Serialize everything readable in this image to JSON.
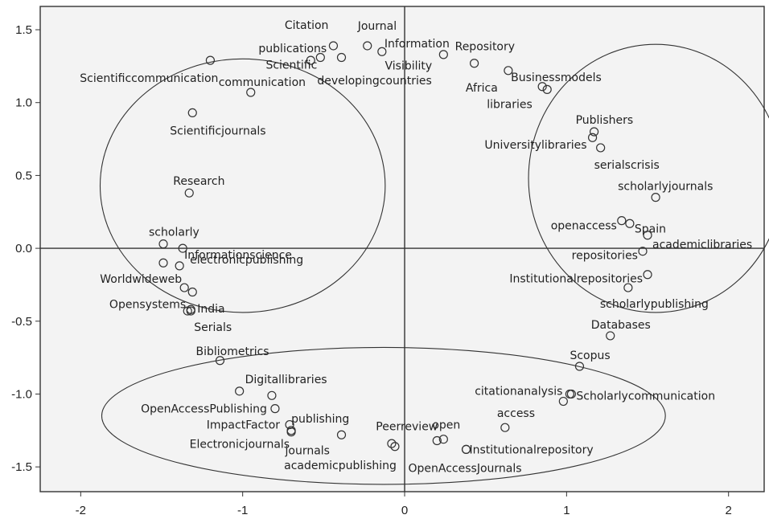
{
  "chart_data": {
    "type": "scatter",
    "xlim": [
      -2.25,
      2.22
    ],
    "ylim": [
      -1.67,
      1.66
    ],
    "x_ticks": [
      -2,
      -1,
      0,
      1,
      2
    ],
    "y_ticks": [
      1.5,
      1.0,
      0.5,
      0.0,
      -0.5,
      -1.0,
      -1.5
    ],
    "x_tick_labels": [
      "-2",
      "-1",
      "0",
      "1",
      "2"
    ],
    "y_tick_labels": [
      "1.5",
      "1.0",
      "0.5",
      "0.0",
      "-0.5",
      "-1.0",
      "-1.5"
    ],
    "reference_lines": {
      "x": 0,
      "y": 0
    },
    "grid": false,
    "points": [
      {
        "label": "Citation",
        "x": -0.44,
        "y": 1.39,
        "dx": -6,
        "dy": -26,
        "anchor": "end"
      },
      {
        "label": "Journal",
        "x": -0.23,
        "y": 1.39,
        "dx": -12,
        "dy": -25,
        "anchor": "start"
      },
      {
        "label": "publications",
        "x": -0.58,
        "y": 1.29,
        "dx": 20,
        "dy": -15,
        "anchor": "end"
      },
      {
        "label": "Scientific",
        "x": -0.52,
        "y": 1.31,
        "dx": -4,
        "dy": 9,
        "anchor": "end"
      },
      {
        "label": "Information",
        "x": -0.14,
        "y": 1.35,
        "dx": 3,
        "dy": -10,
        "anchor": "start"
      },
      {
        "label": "Visibility",
        "x": -0.39,
        "y": 1.31,
        "dx": 54,
        "dy": 10,
        "anchor": "start"
      },
      {
        "label": "developingcountries",
        "x": 0.24,
        "y": 1.33,
        "dx": -157,
        "dy": 32,
        "anchor": "start"
      },
      {
        "label": "Repository",
        "x": 0.43,
        "y": 1.27,
        "dx": -24,
        "dy": -21,
        "anchor": "start"
      },
      {
        "label": "Scientificcommunication",
        "x": -1.2,
        "y": 1.29,
        "dx": 10,
        "dy": 22,
        "anchor": "end"
      },
      {
        "label": "communication",
        "x": -0.95,
        "y": 1.07,
        "dx": -40,
        "dy": -13,
        "anchor": "start"
      },
      {
        "label": "Africa",
        "x": 0.64,
        "y": 1.22,
        "dx": -53,
        "dy": 21,
        "anchor": "start"
      },
      {
        "label": "Businessmodels",
        "x": 0.85,
        "y": 1.11,
        "dx": -39,
        "dy": -12,
        "anchor": "start"
      },
      {
        "label": "libraries",
        "x": 0.88,
        "y": 1.09,
        "dx": -75,
        "dy": 18,
        "anchor": "start"
      },
      {
        "label": "Scientificjournals",
        "x": -1.31,
        "y": 0.93,
        "dx": -28,
        "dy": 22,
        "anchor": "start"
      },
      {
        "label": "Publishers",
        "x": 1.17,
        "y": 0.8,
        "dx": -23,
        "dy": -15,
        "anchor": "start"
      },
      {
        "label": "Universitylibraries",
        "x": 1.16,
        "y": 0.76,
        "dx": -7,
        "dy": 9,
        "anchor": "end"
      },
      {
        "label": "serialscrisis",
        "x": 1.21,
        "y": 0.69,
        "dx": -8,
        "dy": 21,
        "anchor": "start"
      },
      {
        "label": "Research",
        "x": -1.33,
        "y": 0.38,
        "dx": -20,
        "dy": -15,
        "anchor": "start"
      },
      {
        "label": "scholarlyjournals",
        "x": 1.55,
        "y": 0.35,
        "dx": -47,
        "dy": -14,
        "anchor": "start"
      },
      {
        "label": "openaccess",
        "x": 1.34,
        "y": 0.19,
        "dx": -6,
        "dy": 6,
        "anchor": "end"
      },
      {
        "label": "Spain",
        "x": 1.39,
        "y": 0.17,
        "dx": 6,
        "dy": 6,
        "anchor": "start"
      },
      {
        "label": "academiclibraries",
        "x": 1.5,
        "y": 0.09,
        "dx": 6,
        "dy": 11,
        "anchor": "start"
      },
      {
        "label": "scholarly",
        "x": -1.49,
        "y": 0.03,
        "dx": -18,
        "dy": -15,
        "anchor": "start"
      },
      {
        "label": "Informationscience",
        "x": -1.37,
        "y": 0.0,
        "dx": 2,
        "dy": 8,
        "anchor": "start"
      },
      {
        "label": "repositories",
        "x": 1.47,
        "y": -0.02,
        "dx": -6,
        "dy": 5,
        "anchor": "end"
      },
      {
        "label": "",
        "x": -1.49,
        "y": -0.1,
        "dx": 0,
        "dy": 0,
        "anchor": "start"
      },
      {
        "label": "electronicpublishing",
        "x": -1.39,
        "y": -0.12,
        "dx": 13,
        "dy": -8,
        "anchor": "start"
      },
      {
        "label": "Institutionalrepositories",
        "x": 1.5,
        "y": -0.18,
        "dx": -6,
        "dy": 5,
        "anchor": "end"
      },
      {
        "label": "Worldwideweb",
        "x": -1.36,
        "y": -0.27,
        "dx": -3,
        "dy": -11,
        "anchor": "end"
      },
      {
        "label": "",
        "x": -1.31,
        "y": -0.3,
        "dx": 0,
        "dy": 0,
        "anchor": "start"
      },
      {
        "label": "scholarlypublishing",
        "x": 1.38,
        "y": -0.27,
        "dx": -35,
        "dy": 20,
        "anchor": "start"
      },
      {
        "label": "Opensystems",
        "x": -1.32,
        "y": -0.42,
        "dx": -6,
        "dy": -7,
        "anchor": "end"
      },
      {
        "label": "India",
        "x": -1.34,
        "y": -0.43,
        "dx": 12,
        "dy": -3,
        "anchor": "start"
      },
      {
        "label": "Serials",
        "x": -1.32,
        "y": -0.43,
        "dx": 4,
        "dy": 20,
        "anchor": "start"
      },
      {
        "label": "Databases",
        "x": 1.27,
        "y": -0.6,
        "dx": -24,
        "dy": -14,
        "anchor": "start"
      },
      {
        "label": "Bibliometrics",
        "x": -1.14,
        "y": -0.77,
        "dx": -30,
        "dy": -12,
        "anchor": "start"
      },
      {
        "label": "Scopus",
        "x": 1.08,
        "y": -0.81,
        "dx": -12,
        "dy": -14,
        "anchor": "start"
      },
      {
        "label": "Digitallibraries",
        "x": -1.02,
        "y": -0.98,
        "dx": 7,
        "dy": -15,
        "anchor": "start"
      },
      {
        "label": "citationanalysis",
        "x": 1.02,
        "y": -1.0,
        "dx": -9,
        "dy": -4,
        "anchor": "end"
      },
      {
        "label": "Scholarlycommunication",
        "x": 1.03,
        "y": -1.0,
        "dx": 6,
        "dy": 2,
        "anchor": "start"
      },
      {
        "label": "",
        "x": -0.82,
        "y": -1.01,
        "dx": 0,
        "dy": 0,
        "anchor": "start"
      },
      {
        "label": "OpenAccessPublishing",
        "x": -0.8,
        "y": -1.1,
        "dx": -10,
        "dy": 0,
        "anchor": "end"
      },
      {
        "label": "",
        "x": 0.98,
        "y": -1.05,
        "dx": 0,
        "dy": 0,
        "anchor": "start"
      },
      {
        "label": "ImpactFactor",
        "x": -0.71,
        "y": -1.21,
        "dx": -12,
        "dy": 0,
        "anchor": "end"
      },
      {
        "label": "publishing",
        "x": -0.7,
        "y": -1.25,
        "dx": 0,
        "dy": -15,
        "anchor": "start"
      },
      {
        "label": "Electronicjournals",
        "x": -0.7,
        "y": -1.26,
        "dx": -2,
        "dy": 15,
        "anchor": "end"
      },
      {
        "label": "journals",
        "x": -0.39,
        "y": -1.28,
        "dx": -70,
        "dy": 19,
        "anchor": "start"
      },
      {
        "label": "Peerreview",
        "x": 0.2,
        "y": -1.32,
        "dx": -76,
        "dy": -18,
        "anchor": "start"
      },
      {
        "label": "open",
        "x": 0.24,
        "y": -1.31,
        "dx": -14,
        "dy": -18,
        "anchor": "start"
      },
      {
        "label": "access",
        "x": 0.62,
        "y": -1.23,
        "dx": -10,
        "dy": -18,
        "anchor": "start"
      },
      {
        "label": "",
        "x": -0.08,
        "y": -1.34,
        "dx": 0,
        "dy": 0,
        "anchor": "start"
      },
      {
        "label": "academicpublishing",
        "x": -0.06,
        "y": -1.36,
        "dx": 2,
        "dy": 23,
        "anchor": "end"
      },
      {
        "label": "Institutionalrepository",
        "x": 0.38,
        "y": -1.38,
        "dx": 4,
        "dy": 0,
        "anchor": "start"
      },
      {
        "label": "OpenAccessJournals",
        "x": 0.38,
        "y": -1.38,
        "dx": -72,
        "dy": 23,
        "anchor": "start"
      }
    ],
    "clusters": [
      {
        "cx": -1.0,
        "cy": 0.43,
        "rx": 1.76,
        "ry": 1.74
      },
      {
        "cx": 1.55,
        "cy": 0.48,
        "rx": 1.57,
        "ry": 1.84
      },
      {
        "cx": -0.13,
        "cy": -1.15,
        "rx": 3.48,
        "ry": 0.94
      }
    ]
  }
}
